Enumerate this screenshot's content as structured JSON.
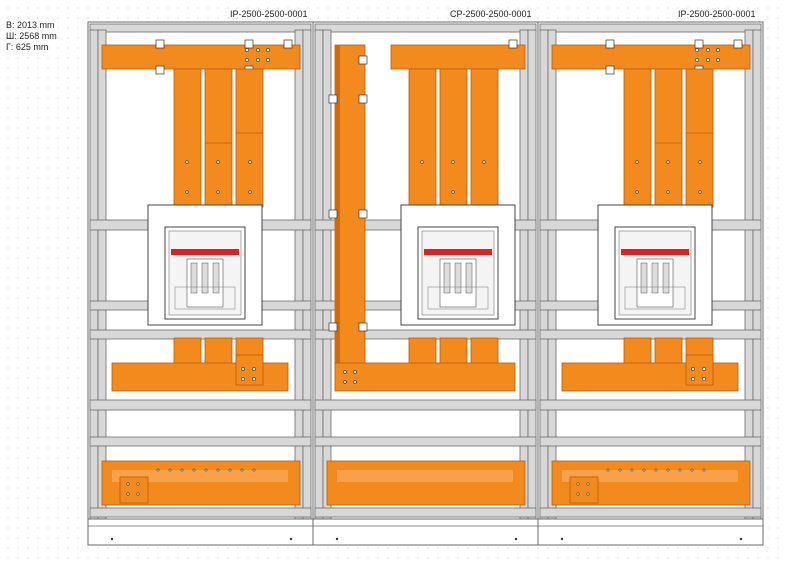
{
  "dimensions": {
    "height": "В: 2013 mm",
    "width": "Ш: 2568 mm",
    "depth": "Г: 625 mm"
  },
  "cabinets": [
    {
      "title": "IP-2500-2500-0001",
      "type": "incomer"
    },
    {
      "title": "CP-2500-2500-0001",
      "type": "coupler"
    },
    {
      "title": "IP-2500-2500-0001",
      "type": "incomer"
    }
  ],
  "colors": {
    "busbar": "#f28a1e",
    "frame": "#d8d8d8",
    "frame_stroke": "#6a6a6a",
    "breaker_red": "#e02020"
  }
}
